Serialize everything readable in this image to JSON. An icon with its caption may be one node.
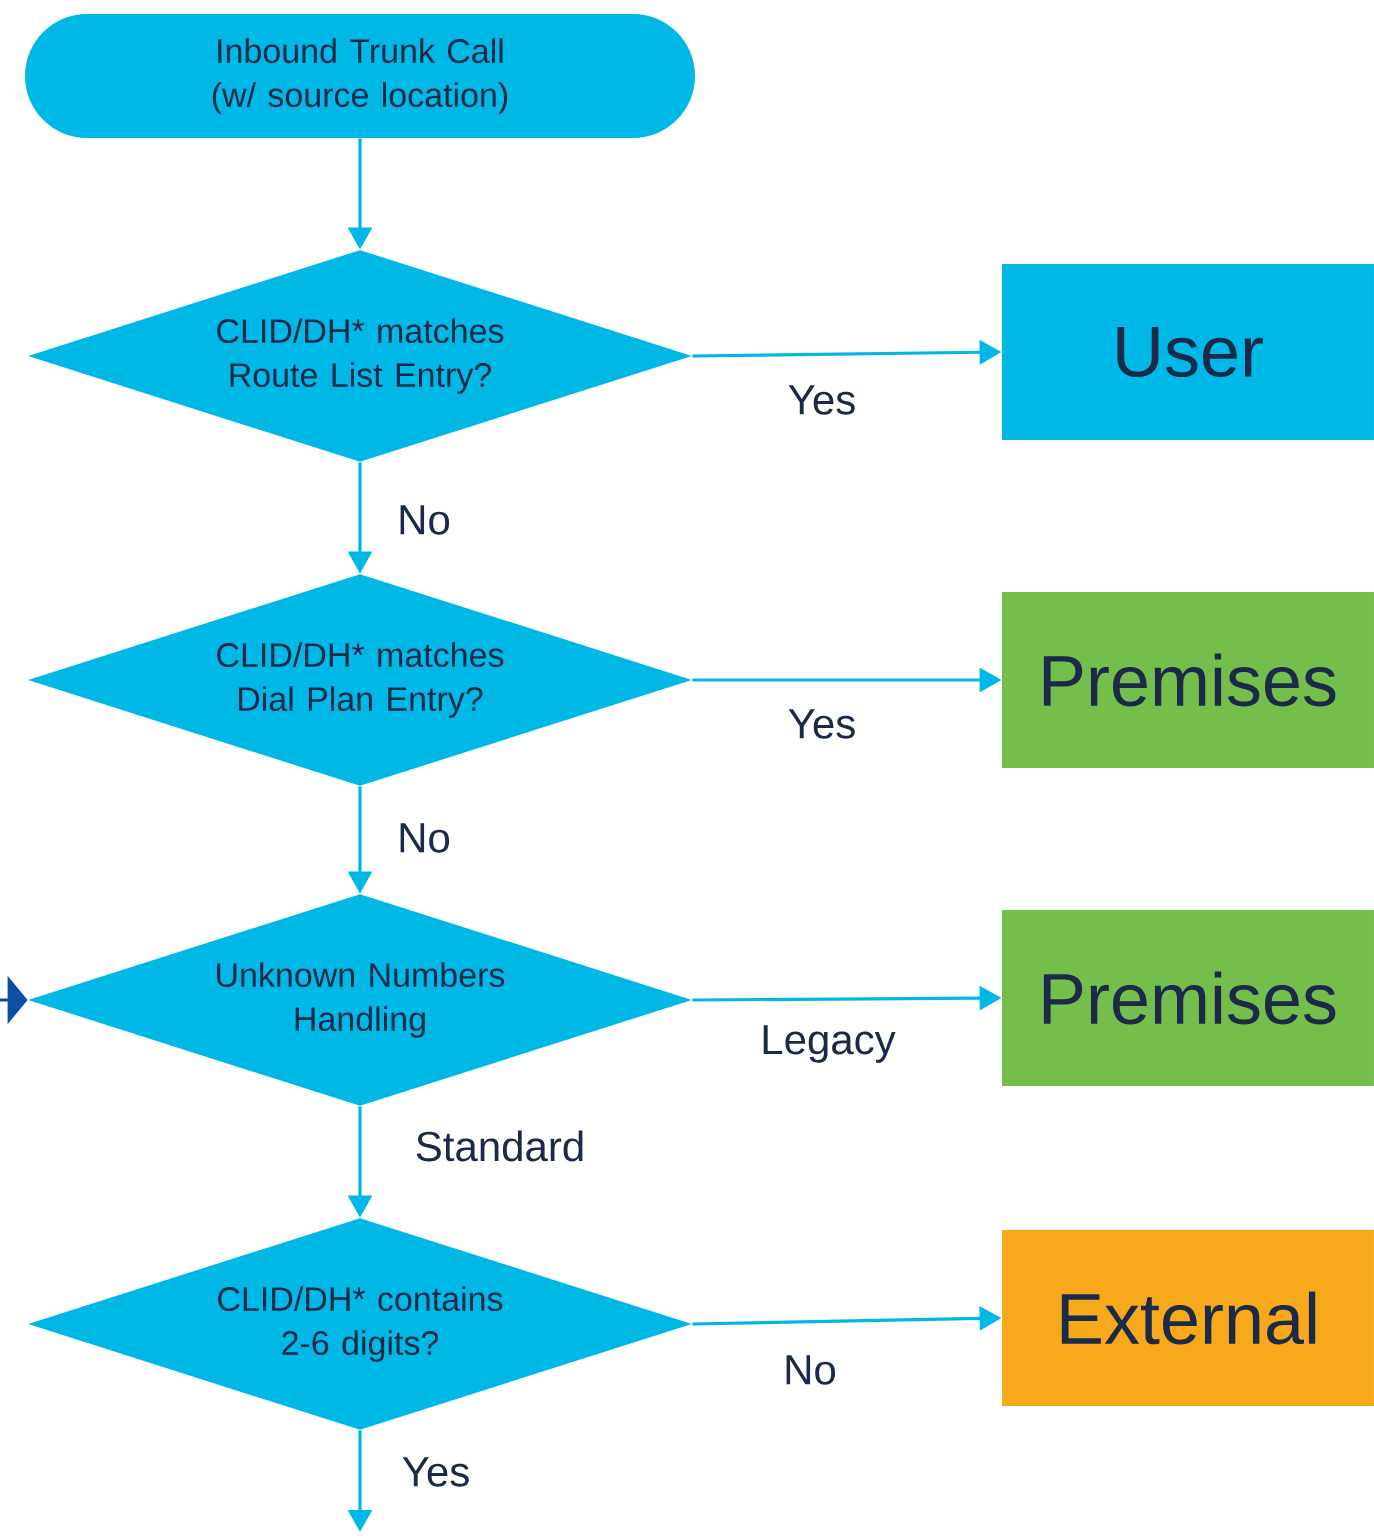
{
  "diagram": {
    "nodes": [
      {
        "text": [
          "Inbound Trunk Call (w/ source location)"
        ]
      },
      {
        "text": [
          "CLID/DH* matches Route List Entry?"
        ]
      },
      {
        "text": [
          "User"
        ]
      },
      {
        "text": [
          "CLID/DH* matches Dial Plan Entry?"
        ]
      },
      {
        "text": [
          "Premises"
        ]
      },
      {
        "text": [
          "Unknown Numbers Handling"
        ]
      },
      {
        "text": [
          "Premises"
        ]
      },
      {
        "text": [
          "CLID/DH* contains 2-6 digits?"
        ]
      },
      {
        "text": [
          "External"
        ]
      }
    ],
    "edges": [
      {
        "from": 0,
        "to": 1,
        "arrow": "to"
      },
      {
        "from": 1,
        "to": 2,
        "arrow": "to",
        "label": "Yes"
      },
      {
        "from": 1,
        "to": 3,
        "arrow": "to",
        "label": "No"
      },
      {
        "from": 3,
        "to": 4,
        "arrow": "to",
        "label": "Yes"
      },
      {
        "from": 3,
        "to": 5,
        "arrow": "to",
        "label": "No"
      },
      {
        "from": null,
        "to": 5,
        "arrow": "to",
        "color": "#0d4ea6"
      },
      {
        "from": 5,
        "to": 6,
        "arrow": "to",
        "label": "Legacy"
      },
      {
        "from": 5,
        "to": 7,
        "arrow": "to",
        "label": "Standard"
      },
      {
        "from": 7,
        "to": 8,
        "arrow": "to",
        "label": "No"
      },
      {
        "from": 7,
        "to": null,
        "arrow": "to",
        "label": "Yes"
      }
    ]
  }
}
